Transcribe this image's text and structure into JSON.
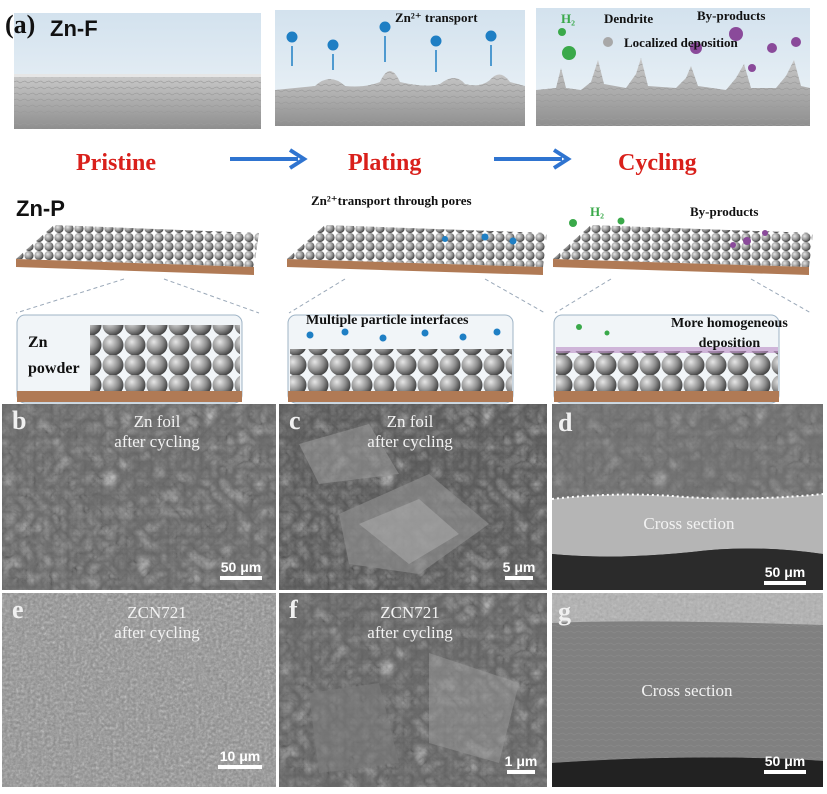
{
  "panel_a": {
    "label": "(a)",
    "zn_f": "Zn-F",
    "zn_p": "Zn-P",
    "stages": [
      "Pristine",
      "Plating",
      "Cycling"
    ],
    "zn2_transport": "Zn²⁺ transport",
    "h2": "H₂",
    "dendrite": "Dendrite",
    "by_products": "By-products",
    "localized_deposition": "Localized deposition",
    "pores_transport": "Zn²⁺transport through pores",
    "h2_p": "H₂",
    "by_products_p": "By-products",
    "zn_powder": "Zn\npowder",
    "multiple_interfaces": "Multiple particle interfaces",
    "homogeneous": "More homogeneous\ndeposition"
  },
  "sem": {
    "b": {
      "label": "b",
      "caption": "Zn foil\nafter cycling",
      "scale": "50 μm"
    },
    "c": {
      "label": "c",
      "caption": "Zn foil\nafter cycling",
      "scale": "5 μm"
    },
    "d": {
      "label": "d",
      "caption": "Cross section",
      "scale": "50 μm"
    },
    "e": {
      "label": "e",
      "caption": "ZCN721\nafter cycling",
      "scale": "10 μm"
    },
    "f": {
      "label": "f",
      "caption": "ZCN721\nafter cycling",
      "scale": "1 μm"
    },
    "g": {
      "label": "g",
      "caption": "Cross section",
      "scale": "50 μm"
    }
  },
  "colors": {
    "stage_red": "#d9201b",
    "arrow_blue": "#2f74d0",
    "ion_blue": "#1f7fc4",
    "h2_green": "#3aa94a",
    "byproduct_purple": "#8a4a9a",
    "substrate_copper": "#b07a55"
  }
}
